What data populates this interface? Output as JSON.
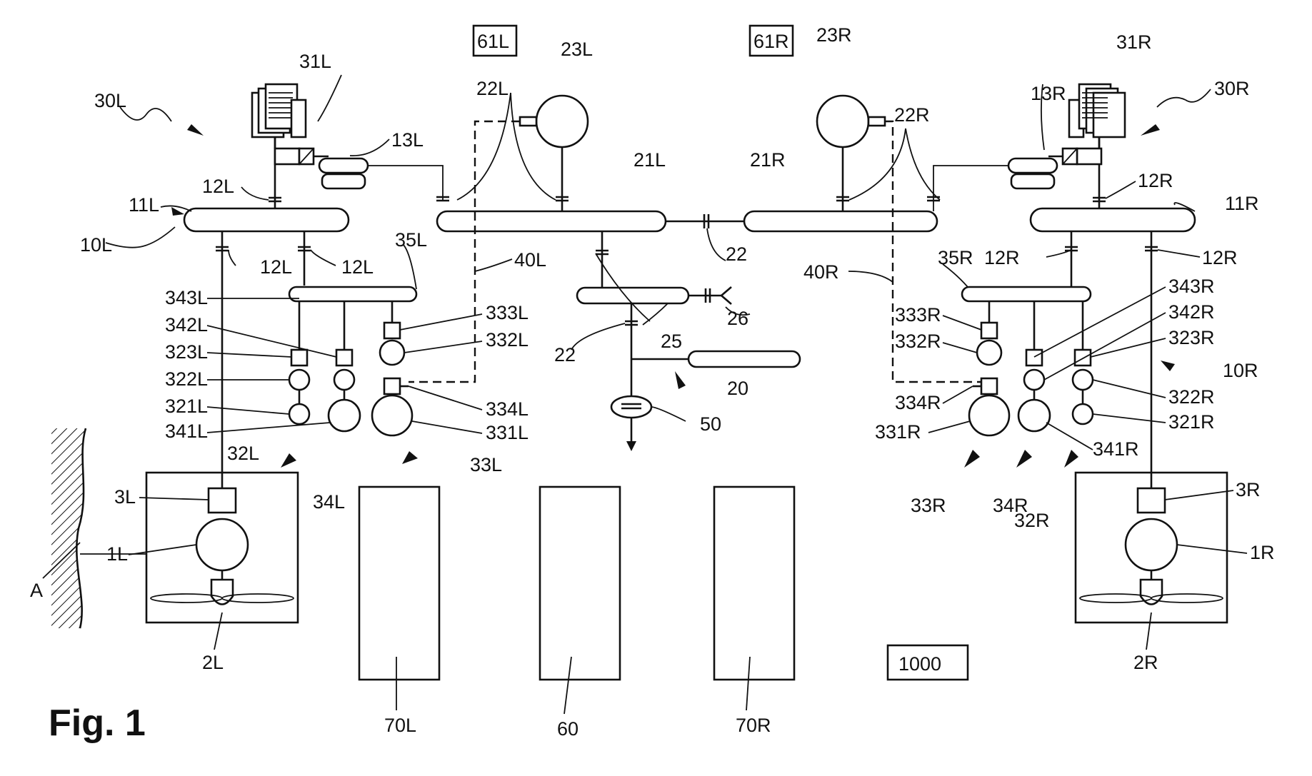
{
  "figure_label": "Fig. 1",
  "labels": {
    "l61L": "61L",
    "l61R": "61R",
    "l1000": "1000",
    "l23L": "23L",
    "l23R": "23R",
    "l31L": "31L",
    "l31R": "31R",
    "l30L": "30L",
    "l30R": "30R",
    "l22L": "22L",
    "l22R": "22R",
    "l13L": "13L",
    "l13R": "13R",
    "l21L": "21L",
    "l21R": "21R",
    "l12L_top": "12L",
    "l12R_top": "12R",
    "l11L": "11L",
    "l11R": "11R",
    "l10L": "10L",
    "l10R": "10R",
    "l12L_a": "12L",
    "l12L_b": "12L",
    "l12R_a": "12R",
    "l12R_b": "12R",
    "l22_a": "22",
    "l22_b": "22",
    "l40L": "40L",
    "l40R": "40R",
    "l35L": "35L",
    "l35R": "35R",
    "l343L": "343L",
    "l342L": "342L",
    "l323L": "323L",
    "l322L": "322L",
    "l321L": "321L",
    "l341L": "341L",
    "l333L": "333L",
    "l332L": "332L",
    "l334L": "334L",
    "l331L": "331L",
    "l343R": "343R",
    "l342R": "342R",
    "l323R": "323R",
    "l322R": "322R",
    "l321R": "321R",
    "l341R": "341R",
    "l333R": "333R",
    "l332R": "332R",
    "l334R": "334R",
    "l331R": "331R",
    "l26": "26",
    "l25": "25",
    "l20": "20",
    "l50": "50",
    "l32L": "32L",
    "l34L": "34L",
    "l33L": "33L",
    "l33R": "33R",
    "l34R": "34R",
    "l32R": "32R",
    "l3L": "3L",
    "l3R": "3R",
    "l1L": "1L",
    "l1R": "1R",
    "l2L": "2L",
    "l2R": "2R",
    "lA": "A",
    "l70L": "70L",
    "l60": "60",
    "l70R": "70R"
  }
}
